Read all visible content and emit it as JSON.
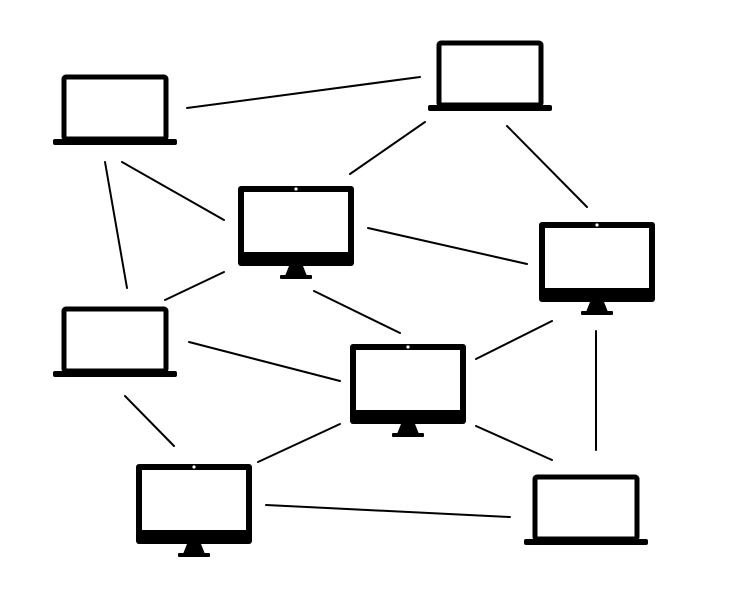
{
  "diagram": {
    "type": "network",
    "colors": {
      "stroke": "#000000",
      "background": "#ffffff"
    },
    "nodes": [
      {
        "id": "n1",
        "kind": "laptop",
        "icon": "laptop-icon"
      },
      {
        "id": "n2",
        "kind": "laptop",
        "icon": "laptop-icon"
      },
      {
        "id": "n3",
        "kind": "desktop",
        "icon": "desktop-monitor-icon"
      },
      {
        "id": "n4",
        "kind": "desktop",
        "icon": "desktop-monitor-icon"
      },
      {
        "id": "n5",
        "kind": "laptop",
        "icon": "laptop-icon"
      },
      {
        "id": "n6",
        "kind": "desktop",
        "icon": "desktop-monitor-icon"
      },
      {
        "id": "n7",
        "kind": "desktop",
        "icon": "desktop-monitor-icon"
      },
      {
        "id": "n8",
        "kind": "laptop",
        "icon": "laptop-icon"
      }
    ],
    "edges": [
      [
        "n1",
        "n2"
      ],
      [
        "n1",
        "n3"
      ],
      [
        "n1",
        "n5"
      ],
      [
        "n2",
        "n3"
      ],
      [
        "n2",
        "n4"
      ],
      [
        "n3",
        "n4"
      ],
      [
        "n3",
        "n5"
      ],
      [
        "n3",
        "n6"
      ],
      [
        "n4",
        "n6"
      ],
      [
        "n4",
        "n8"
      ],
      [
        "n5",
        "n6"
      ],
      [
        "n5",
        "n7"
      ],
      [
        "n6",
        "n7"
      ],
      [
        "n6",
        "n8"
      ],
      [
        "n7",
        "n8"
      ]
    ]
  }
}
